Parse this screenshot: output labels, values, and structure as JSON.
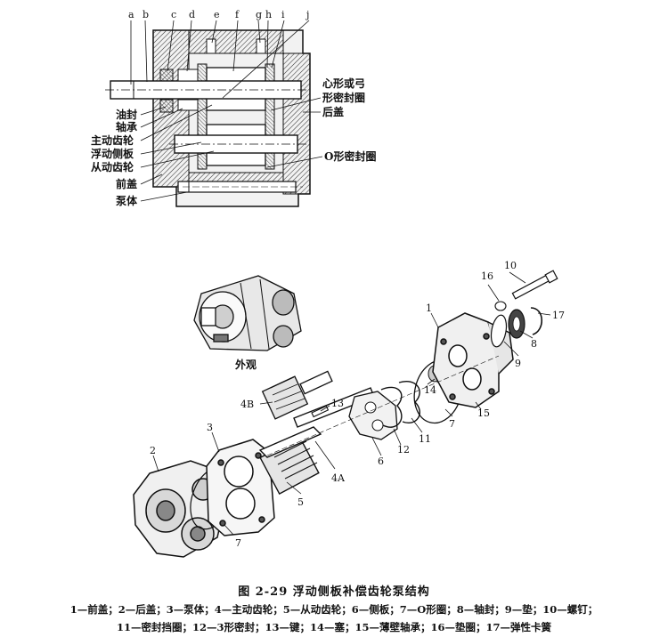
{
  "section_letters": [
    "a",
    "b",
    "c",
    "d",
    "e",
    "f",
    "g",
    "h",
    "i",
    "j"
  ],
  "section_left_labels": [
    "油封",
    "轴承",
    "主动齿轮",
    "浮动侧板",
    "从动齿轮",
    "前盖",
    "泵体"
  ],
  "section_right_labels": {
    "crescent_line1": "心形或弓",
    "crescent_line2": "形密封圈",
    "rear_cover": "后盖",
    "o_ring": "O形密封圈"
  },
  "exterior_label": "外观",
  "part_numbers": [
    "1",
    "2",
    "3",
    "4A",
    "4B",
    "5",
    "6",
    "7",
    "8",
    "9",
    "10",
    "11",
    "12",
    "13",
    "14",
    "15",
    "16",
    "17"
  ],
  "caption": {
    "title": "图 2-29   浮动侧板补偿齿轮泵结构",
    "legend_line1": "1—前盖；2—后盖；3—泵体；4—主动齿轮；5—从动齿轮；6—侧板；7—O形圈；8—轴封；9—垫；10—螺钉；",
    "legend_line2": "11—密封挡圈；12—3形密封；13—键；14—塞；15—薄壁轴承；16—垫圈；17—弹性卡簧"
  }
}
